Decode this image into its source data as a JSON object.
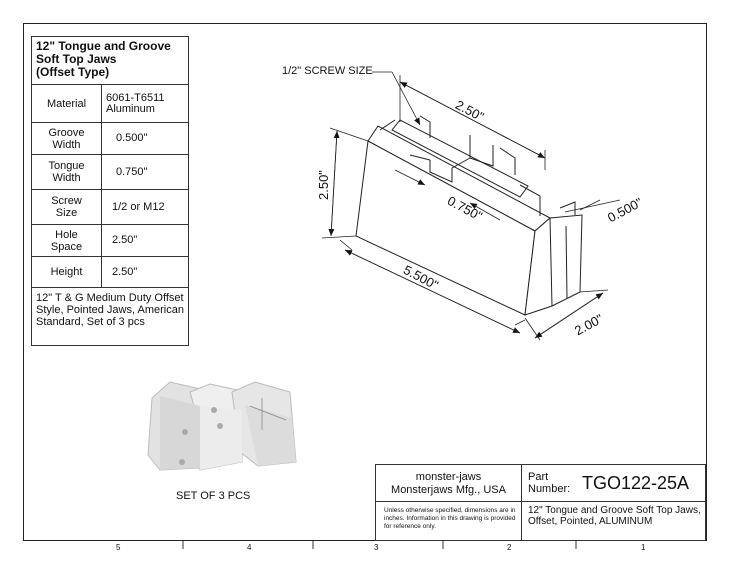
{
  "spec": {
    "title": [
      "12\" Tongue and Groove",
      "Soft Top Jaws",
      "(Offset Type)"
    ],
    "rows": [
      {
        "label": "Material",
        "value": "6061-T6511\nAluminum"
      },
      {
        "label": "Groove\nWidth",
        "value": "0.500\""
      },
      {
        "label": "Tongue\nWidth",
        "value": "0.750\""
      },
      {
        "label": "Screw\nSize",
        "value": "1/2 or M12"
      },
      {
        "label": "Hole\nSpace",
        "value": "2.50\""
      },
      {
        "label": "Height",
        "value": "2.50\""
      }
    ],
    "notes": "12\" T & G Medium Duty Offset Style, Pointed Jaws, American Standard, Set of 3 pcs"
  },
  "drawing": {
    "screw_callout": "1/2\" SCREW SIZE",
    "dim_top": "2.50\"",
    "dim_height": "2.50\"",
    "dim_tongue": "0.750\"",
    "dim_groove": "0.500\"",
    "dim_length": "5.500\"",
    "dim_width": "2.00\""
  },
  "set_label": "SET OF 3 PCS",
  "title_block": {
    "company_short": "monster-jaws",
    "company_full": "Monsterjaws Mfg., USA",
    "disclaimer": "Unless otherwise specified, dimensions are in inches.  Information in this drawing is provided for reference only.",
    "part_label": "Part\nNumber:",
    "part_number": "TGO122-25A",
    "description": "12\" Tongue and Groove Soft Top Jaws, Offset, Pointed, ALUMINUM"
  },
  "zones": [
    "5",
    "4",
    "3",
    "2",
    "1"
  ]
}
